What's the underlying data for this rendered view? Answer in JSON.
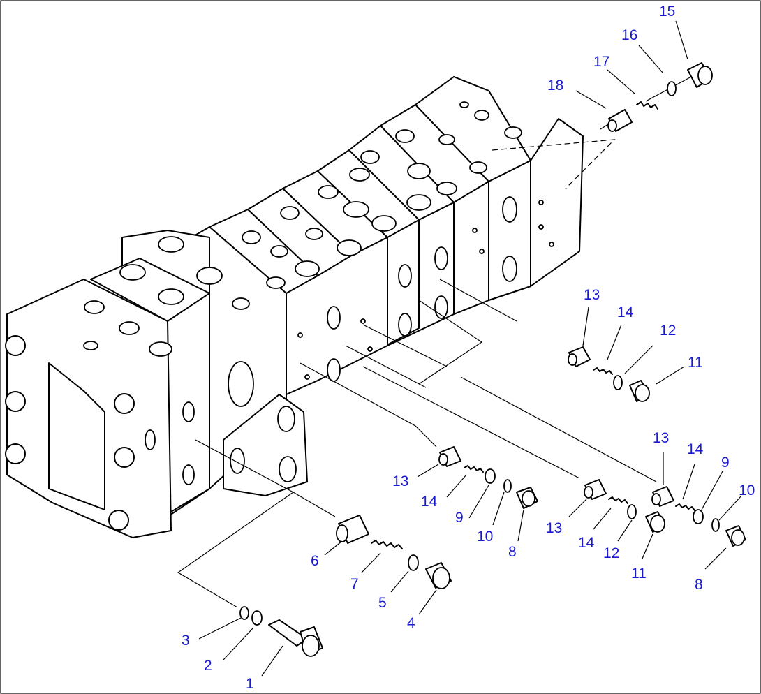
{
  "colors": {
    "callout": "#1a1ad0",
    "line": "#000000",
    "paper": "#ffffff"
  },
  "callouts": [
    {
      "id": "c15",
      "text": "15"
    },
    {
      "id": "c16",
      "text": "16"
    },
    {
      "id": "c17",
      "text": "17"
    },
    {
      "id": "c18",
      "text": "18"
    },
    {
      "id": "c13a",
      "text": "13"
    },
    {
      "id": "c14a",
      "text": "14"
    },
    {
      "id": "c12a",
      "text": "12"
    },
    {
      "id": "c11a",
      "text": "11"
    },
    {
      "id": "c13b",
      "text": "13"
    },
    {
      "id": "c14b",
      "text": "14"
    },
    {
      "id": "c9a",
      "text": "9"
    },
    {
      "id": "c10a",
      "text": "10"
    },
    {
      "id": "c8a",
      "text": "8"
    },
    {
      "id": "c13c",
      "text": "13"
    },
    {
      "id": "c14c",
      "text": "14"
    },
    {
      "id": "c12b",
      "text": "12"
    },
    {
      "id": "c11b",
      "text": "11"
    },
    {
      "id": "c13d",
      "text": "13"
    },
    {
      "id": "c14d",
      "text": "14"
    },
    {
      "id": "c9b",
      "text": "9"
    },
    {
      "id": "c10b",
      "text": "10"
    },
    {
      "id": "c8b",
      "text": "8"
    },
    {
      "id": "c6",
      "text": "6"
    },
    {
      "id": "c7",
      "text": "7"
    },
    {
      "id": "c5",
      "text": "5"
    },
    {
      "id": "c4",
      "text": "4"
    },
    {
      "id": "c3",
      "text": "3"
    },
    {
      "id": "c2",
      "text": "2"
    },
    {
      "id": "c1",
      "text": "1"
    }
  ]
}
